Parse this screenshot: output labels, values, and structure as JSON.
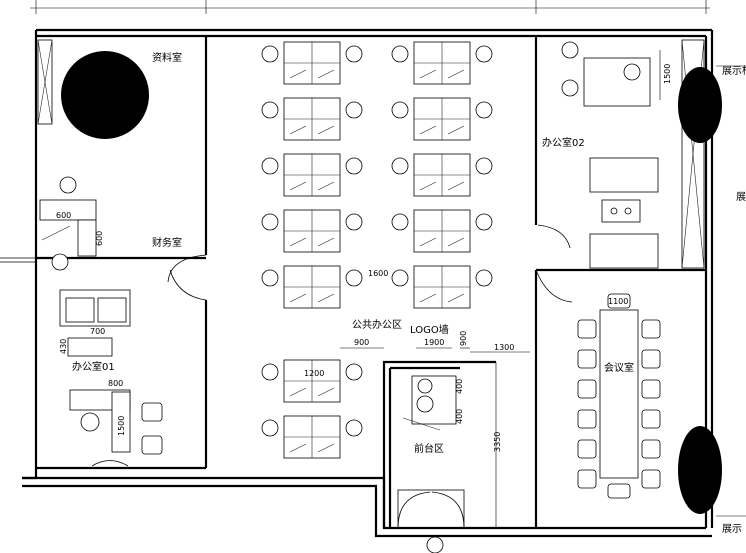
{
  "rooms": {
    "archive": "资料室",
    "finance": "财务室",
    "office01": "办公室01",
    "open_office": "公共办公区",
    "reception": "前台区",
    "office02": "办公室02",
    "meeting": "会议室",
    "logo_wall": "LOGO墙"
  },
  "edge_labels": {
    "display_top": "展示柜",
    "display_mid": "展",
    "display_bottom": "展示"
  },
  "dimensions": {
    "d1600_a": "600",
    "d600": "600",
    "d700": "700",
    "d430": "430",
    "d800": "800",
    "d1500_left": "1500",
    "d1600_open": "1600",
    "d900_a": "900",
    "d1900": "1900",
    "d900_b": "900",
    "d1300": "1300",
    "d1200": "1200",
    "d400_a": "400",
    "d400_b": "400",
    "d3350": "3350",
    "d1500_right": "1500",
    "d1100": "1100"
  },
  "colors": {
    "line": "#000000",
    "background": "#ffffff"
  }
}
